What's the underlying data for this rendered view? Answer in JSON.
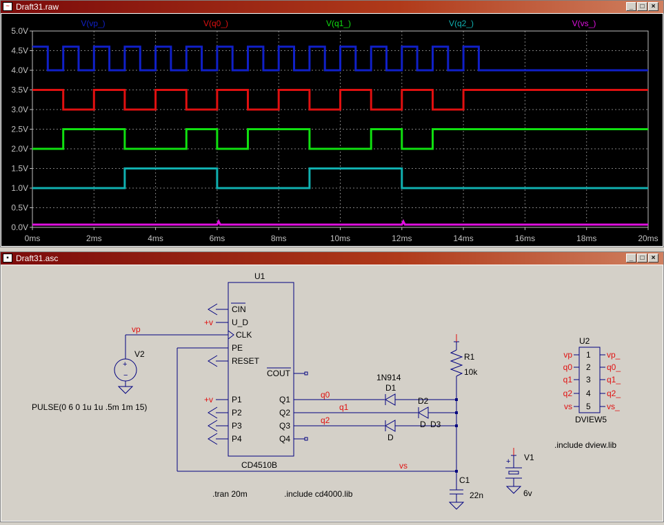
{
  "wave_window": {
    "title": "Draft31.raw",
    "traces": [
      {
        "label": "V(vp_)",
        "color": "#1020c8"
      },
      {
        "label": "V(q0_)",
        "color": "#e01010"
      },
      {
        "label": "V(q1_)",
        "color": "#10e010"
      },
      {
        "label": "V(q2_)",
        "color": "#10b0b0"
      },
      {
        "label": "V(vs_)",
        "color": "#e010e0"
      }
    ],
    "y_ticks": [
      "5.0V",
      "4.5V",
      "4.0V",
      "3.5V",
      "3.0V",
      "2.5V",
      "2.0V",
      "1.5V",
      "1.0V",
      "0.5V",
      "0.0V"
    ],
    "x_ticks": [
      "0ms",
      "2ms",
      "4ms",
      "6ms",
      "8ms",
      "10ms",
      "12ms",
      "14ms",
      "16ms",
      "18ms",
      "20ms"
    ]
  },
  "chart_data": {
    "type": "line",
    "xlim": [
      0,
      20
    ],
    "ylim": [
      0,
      5
    ],
    "x_unit": "ms",
    "y_unit": "V",
    "grid": true,
    "legend": "top",
    "series": [
      {
        "name": "V(vp_)",
        "color": "#1020c8",
        "points": [
          [
            0,
            4.6
          ],
          [
            0.5,
            4.6
          ],
          [
            0.5,
            4.0
          ],
          [
            1,
            4.0
          ],
          [
            1,
            4.6
          ],
          [
            1.5,
            4.6
          ],
          [
            1.5,
            4.0
          ],
          [
            2,
            4.0
          ],
          [
            2,
            4.6
          ],
          [
            2.5,
            4.6
          ],
          [
            2.5,
            4.0
          ],
          [
            3,
            4.0
          ],
          [
            3,
            4.6
          ],
          [
            3.5,
            4.6
          ],
          [
            3.5,
            4.0
          ],
          [
            4,
            4.0
          ],
          [
            4,
            4.6
          ],
          [
            4.5,
            4.6
          ],
          [
            4.5,
            4.0
          ],
          [
            5,
            4.0
          ],
          [
            5,
            4.6
          ],
          [
            5.5,
            4.6
          ],
          [
            5.5,
            4.0
          ],
          [
            6,
            4.0
          ],
          [
            6,
            4.6
          ],
          [
            6.5,
            4.6
          ],
          [
            6.5,
            4.0
          ],
          [
            7,
            4.0
          ],
          [
            7,
            4.6
          ],
          [
            7.5,
            4.6
          ],
          [
            7.5,
            4.0
          ],
          [
            8,
            4.0
          ],
          [
            8,
            4.6
          ],
          [
            8.5,
            4.6
          ],
          [
            8.5,
            4.0
          ],
          [
            9,
            4.0
          ],
          [
            9,
            4.6
          ],
          [
            9.5,
            4.6
          ],
          [
            9.5,
            4.0
          ],
          [
            10,
            4.0
          ],
          [
            10,
            4.6
          ],
          [
            10.5,
            4.6
          ],
          [
            10.5,
            4.0
          ],
          [
            11,
            4.0
          ],
          [
            11,
            4.6
          ],
          [
            11.5,
            4.6
          ],
          [
            11.5,
            4.0
          ],
          [
            12,
            4.0
          ],
          [
            12,
            4.6
          ],
          [
            12.5,
            4.6
          ],
          [
            12.5,
            4.0
          ],
          [
            13,
            4.0
          ],
          [
            13,
            4.6
          ],
          [
            13.5,
            4.6
          ],
          [
            13.5,
            4.0
          ],
          [
            14,
            4.0
          ],
          [
            14,
            4.6
          ],
          [
            14.5,
            4.6
          ],
          [
            14.5,
            4.0
          ],
          [
            20,
            4.0
          ]
        ]
      },
      {
        "name": "V(q0_)",
        "color": "#e01010",
        "points": [
          [
            0,
            3.5
          ],
          [
            1,
            3.5
          ],
          [
            1,
            3.0
          ],
          [
            2,
            3.0
          ],
          [
            2,
            3.5
          ],
          [
            3,
            3.5
          ],
          [
            3,
            3.0
          ],
          [
            4,
            3.0
          ],
          [
            4,
            3.5
          ],
          [
            5,
            3.5
          ],
          [
            5,
            3.0
          ],
          [
            6,
            3.0
          ],
          [
            6,
            3.5
          ],
          [
            7,
            3.5
          ],
          [
            7,
            3.0
          ],
          [
            8,
            3.0
          ],
          [
            8,
            3.5
          ],
          [
            9,
            3.5
          ],
          [
            9,
            3.0
          ],
          [
            10,
            3.0
          ],
          [
            10,
            3.5
          ],
          [
            11,
            3.5
          ],
          [
            11,
            3.0
          ],
          [
            12,
            3.0
          ],
          [
            12,
            3.5
          ],
          [
            13,
            3.5
          ],
          [
            13,
            3.0
          ],
          [
            14,
            3.0
          ],
          [
            14,
            3.5
          ],
          [
            20,
            3.5
          ]
        ]
      },
      {
        "name": "V(q1_)",
        "color": "#10e010",
        "points": [
          [
            0,
            2.0
          ],
          [
            1,
            2.0
          ],
          [
            1,
            2.5
          ],
          [
            3,
            2.5
          ],
          [
            3,
            2.0
          ],
          [
            5,
            2.0
          ],
          [
            5,
            2.5
          ],
          [
            6,
            2.5
          ],
          [
            6,
            2.0
          ],
          [
            7,
            2.0
          ],
          [
            7,
            2.5
          ],
          [
            9,
            2.5
          ],
          [
            9,
            2.0
          ],
          [
            11,
            2.0
          ],
          [
            11,
            2.5
          ],
          [
            12,
            2.5
          ],
          [
            12,
            2.0
          ],
          [
            13,
            2.0
          ],
          [
            13,
            2.5
          ],
          [
            20,
            2.5
          ]
        ]
      },
      {
        "name": "V(q2_)",
        "color": "#10b0b0",
        "points": [
          [
            0,
            1.0
          ],
          [
            3,
            1.0
          ],
          [
            3,
            1.5
          ],
          [
            6,
            1.5
          ],
          [
            6,
            1.0
          ],
          [
            9,
            1.0
          ],
          [
            9,
            1.5
          ],
          [
            12,
            1.5
          ],
          [
            12,
            1.0
          ],
          [
            20,
            1.0
          ]
        ]
      },
      {
        "name": "V(vs_)",
        "color": "#e010e0",
        "points": [
          [
            0,
            0.07
          ],
          [
            6,
            0.07
          ],
          [
            6.05,
            0.15
          ],
          [
            6.1,
            0.07
          ],
          [
            12,
            0.07
          ],
          [
            12.05,
            0.15
          ],
          [
            12.1,
            0.07
          ],
          [
            20,
            0.07
          ]
        ]
      }
    ]
  },
  "schematic_window": {
    "title": "Draft31.asc",
    "u1": {
      "ref": "U1",
      "part": "CD4510B",
      "pins_left": [
        "CIN",
        "U_D",
        "CLK",
        "PE",
        "RESET",
        "P1",
        "P2",
        "P3",
        "P4"
      ],
      "pins_right": [
        "COUT",
        "Q1",
        "Q2",
        "Q3",
        "Q4"
      ]
    },
    "v2": {
      "ref": "V2",
      "value": "PULSE(0 6 0 1u 1u .5m 1m 15)"
    },
    "r1": {
      "ref": "R1",
      "value": "10k"
    },
    "c1": {
      "ref": "C1",
      "value": "22n"
    },
    "v1": {
      "ref": "V1",
      "value": "6v"
    },
    "d1": {
      "ref": "D1",
      "model": "1N914"
    },
    "d2": {
      "ref": "D2",
      "model": "D"
    },
    "d3": {
      "ref": "D3",
      "model": "D"
    },
    "u2": {
      "ref": "U2",
      "part": "DVIEW5",
      "left": [
        "vp",
        "q0",
        "q1",
        "q2",
        "vs"
      ],
      "nums": [
        "1",
        "2",
        "3",
        "4",
        "5"
      ],
      "right": [
        "vp_",
        "q0_",
        "q1_",
        "q2_",
        "vs_"
      ]
    },
    "nets": {
      "vp": "vp",
      "q0": "q0",
      "q1": "q1",
      "q2": "q2",
      "vs": "vs",
      "plus_v": "+v"
    },
    "directives": {
      "tran": ".tran 20m",
      "include_cd4000": ".include cd4000.lib",
      "include_dview": ".include dview.lib"
    }
  }
}
